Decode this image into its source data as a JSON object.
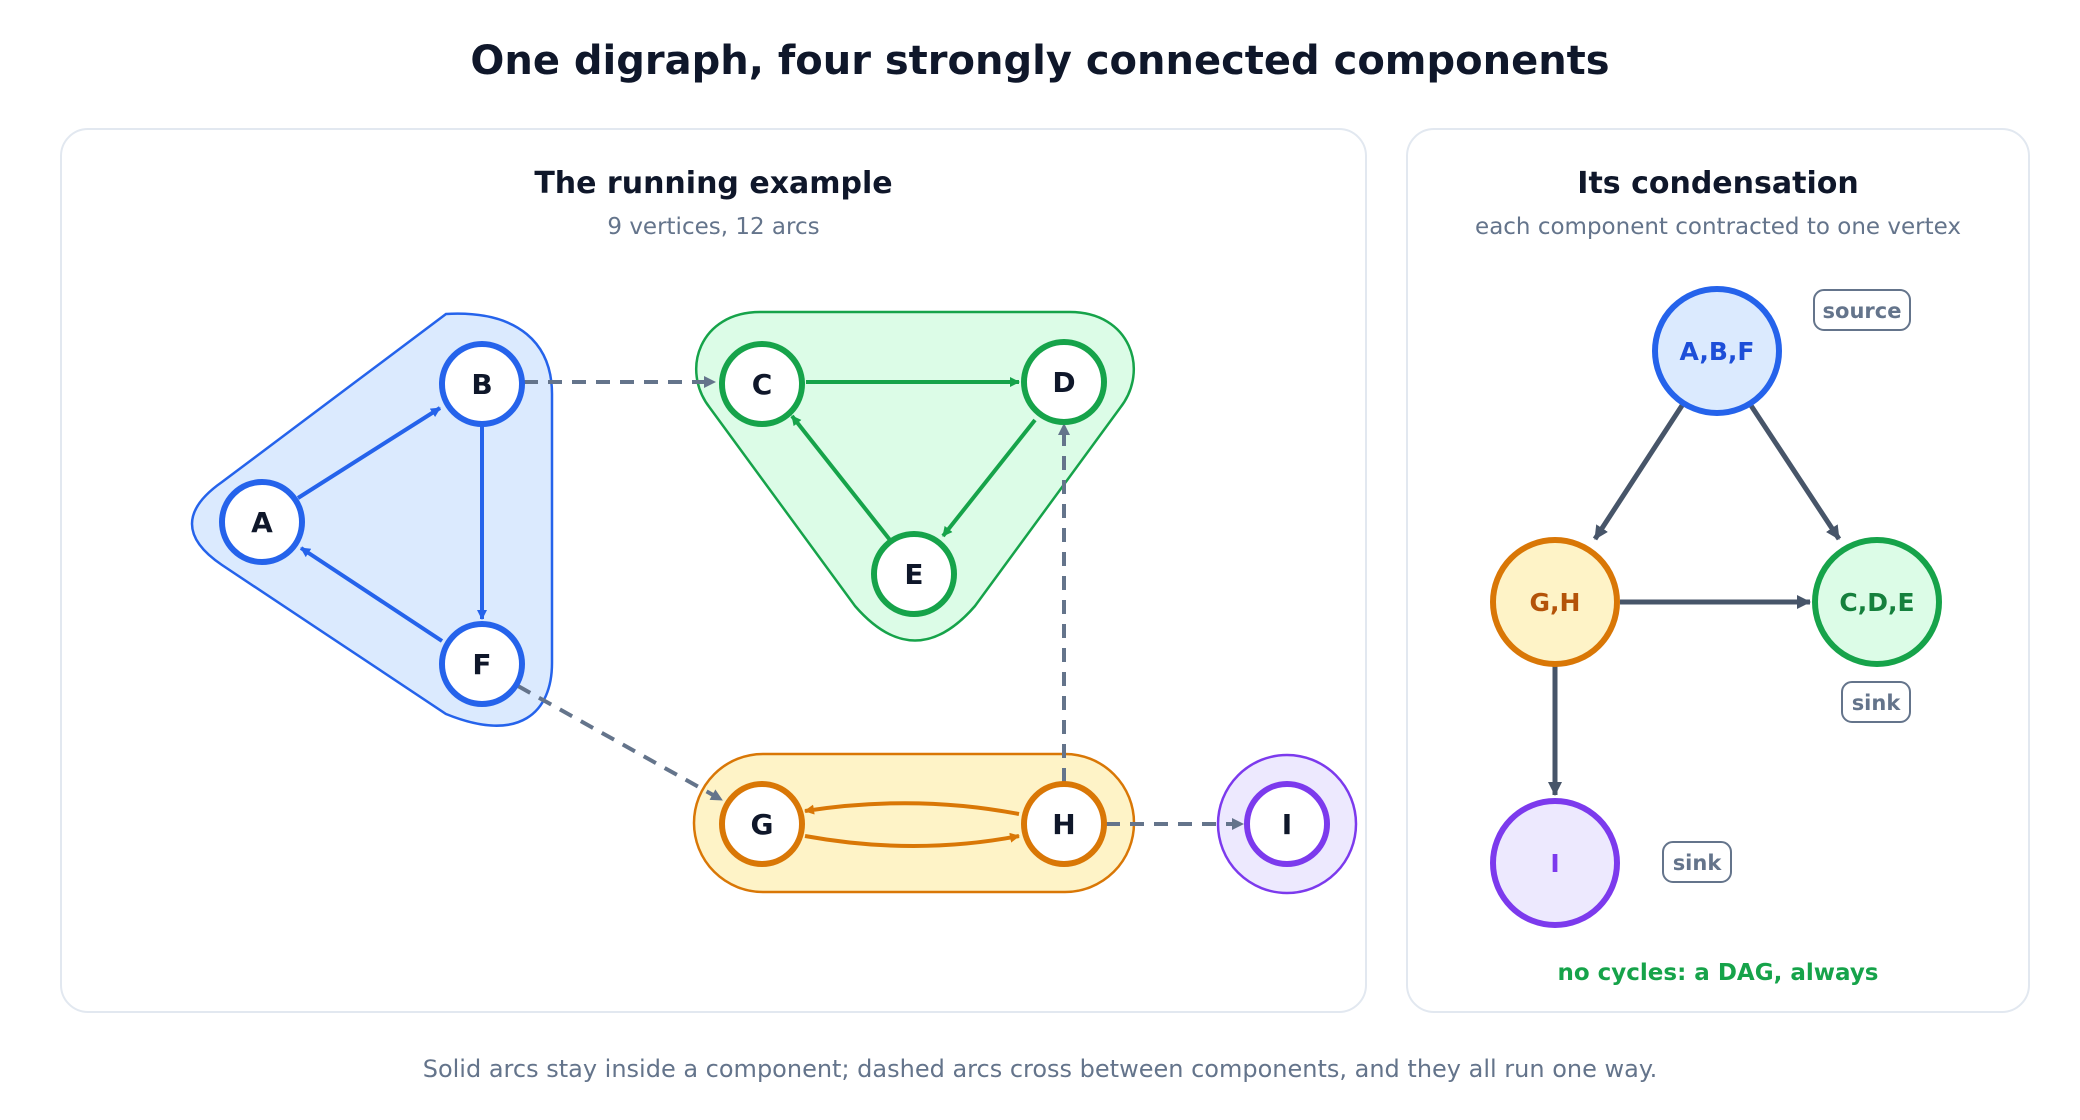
{
  "title": "One digraph, four strongly connected components",
  "left_panel": {
    "title": "The running example",
    "subtitle": "9 vertices, 12 arcs"
  },
  "right_panel": {
    "title": "Its condensation",
    "subtitle": "each component contracted to one vertex"
  },
  "colors": {
    "blue": "#2563eb",
    "blue_fill": "#dbeafe",
    "green": "#16a34a",
    "green_fill": "#dcfce7",
    "orange": "#d97706",
    "orange_fill": "#fef3c7",
    "purple": "#7c3aed",
    "purple_fill": "#ede9fe",
    "cross_arc": "#64748b",
    "dag_arc": "#475569",
    "text": "#0f172a"
  },
  "vertices": [
    "A",
    "B",
    "C",
    "D",
    "E",
    "F",
    "G",
    "H",
    "I"
  ],
  "components": [
    "A,B,F",
    "C,D,E",
    "G,H",
    "I"
  ],
  "condensation": {
    "source_tag": "source",
    "sink_tag_cde": "sink",
    "sink_tag_i": "sink",
    "note": "no cycles: a DAG, always"
  },
  "caption": "Solid arcs stay inside a component; dashed arcs cross between components, and they all run one way."
}
